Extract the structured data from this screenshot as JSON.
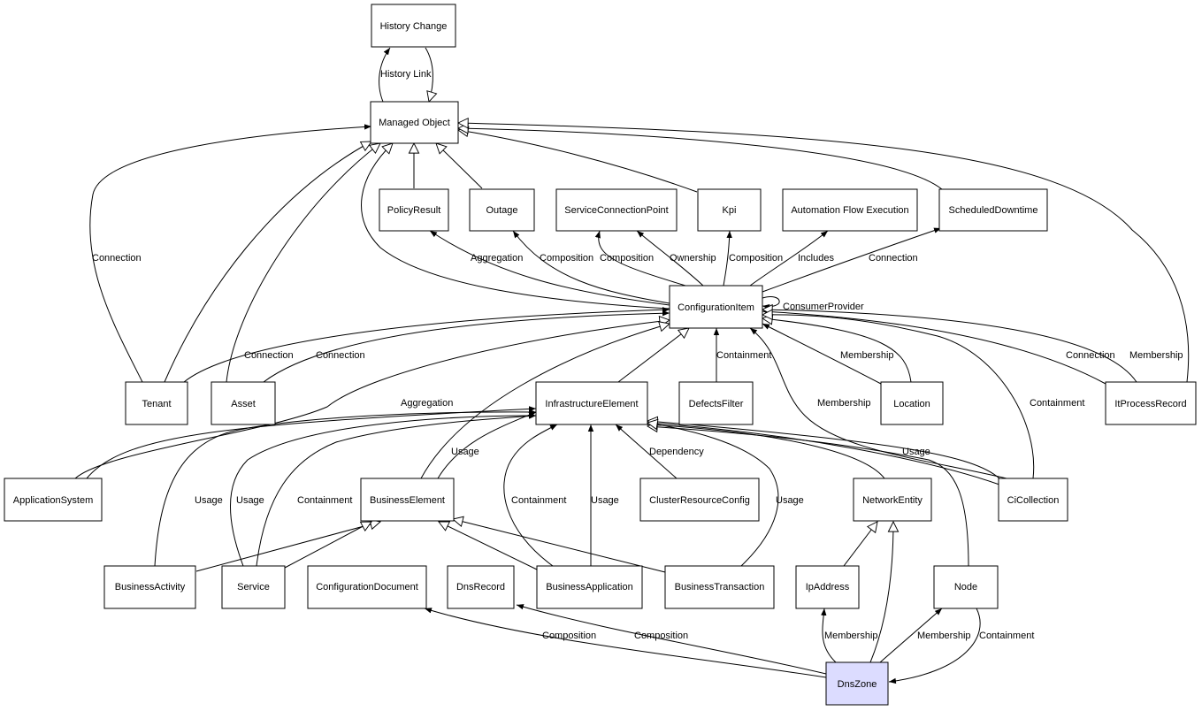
{
  "nodes": [
    {
      "id": "history_change",
      "label": "History Change"
    },
    {
      "id": "managed_object",
      "label": "Managed Object"
    },
    {
      "id": "policy_result",
      "label": "PolicyResult"
    },
    {
      "id": "outage",
      "label": "Outage"
    },
    {
      "id": "service_connection_point",
      "label": "ServiceConnectionPoint"
    },
    {
      "id": "kpi",
      "label": "Kpi"
    },
    {
      "id": "automation_flow_execution",
      "label": "Automation Flow Execution"
    },
    {
      "id": "scheduled_downtime",
      "label": "ScheduledDowntime"
    },
    {
      "id": "configuration_item",
      "label": "ConfigurationItem"
    },
    {
      "id": "tenant",
      "label": "Tenant"
    },
    {
      "id": "asset",
      "label": "Asset"
    },
    {
      "id": "infrastructure_element",
      "label": "InfrastructureElement"
    },
    {
      "id": "defects_filter",
      "label": "DefectsFilter"
    },
    {
      "id": "location",
      "label": "Location"
    },
    {
      "id": "it_process_record",
      "label": "ItProcessRecord"
    },
    {
      "id": "application_system",
      "label": "ApplicationSystem"
    },
    {
      "id": "business_element",
      "label": "BusinessElement"
    },
    {
      "id": "cluster_resource_config",
      "label": "ClusterResourceConfig"
    },
    {
      "id": "network_entity",
      "label": "NetworkEntity"
    },
    {
      "id": "ci_collection",
      "label": "CiCollection"
    },
    {
      "id": "business_activity",
      "label": "BusinessActivity"
    },
    {
      "id": "service",
      "label": "Service"
    },
    {
      "id": "configuration_document",
      "label": "ConfigurationDocument"
    },
    {
      "id": "dns_record",
      "label": "DnsRecord"
    },
    {
      "id": "business_application",
      "label": "BusinessApplication"
    },
    {
      "id": "business_transaction",
      "label": "BusinessTransaction"
    },
    {
      "id": "ip_address",
      "label": "IpAddress"
    },
    {
      "id": "node",
      "label": "Node"
    },
    {
      "id": "dns_zone",
      "label": "DnsZone",
      "highlight": true
    }
  ],
  "edge_labels": [
    {
      "id": "history_link",
      "text": "History Link"
    },
    {
      "id": "tenant_mo_connection",
      "text": "Connection"
    },
    {
      "id": "ci_policy_aggregation",
      "text": "Aggregation"
    },
    {
      "id": "ci_outage_composition",
      "text": "Composition"
    },
    {
      "id": "ci_scp_composition",
      "text": "Composition"
    },
    {
      "id": "ci_scp_ownership",
      "text": "Ownership"
    },
    {
      "id": "ci_kpi_composition",
      "text": "Composition"
    },
    {
      "id": "ci_afe_includes",
      "text": "Includes"
    },
    {
      "id": "ci_sd_connection",
      "text": "Connection"
    },
    {
      "id": "ci_consumer_provider",
      "text": "ConsumerProvider"
    },
    {
      "id": "tenant_ci_connection",
      "text": "Connection"
    },
    {
      "id": "asset_ci_connection",
      "text": "Connection"
    },
    {
      "id": "df_ci_containment",
      "text": "Containment"
    },
    {
      "id": "location_ci_membership",
      "text": "Membership"
    },
    {
      "id": "itpr_ci_connection",
      "text": "Connection"
    },
    {
      "id": "itpr_ci_membership",
      "text": "Membership"
    },
    {
      "id": "cic_ci_membership",
      "text": "Membership"
    },
    {
      "id": "cic_ci_containment",
      "text": "Containment"
    },
    {
      "id": "as_ie_aggregation",
      "text": "Aggregation"
    },
    {
      "id": "be_ie_usage",
      "text": "Usage"
    },
    {
      "id": "crc_ie_dependency",
      "text": "Dependency"
    },
    {
      "id": "cic_ie_usage",
      "text": "Usage"
    },
    {
      "id": "ba_ie_usage",
      "text": "Usage"
    },
    {
      "id": "svc_ie_usage",
      "text": "Usage"
    },
    {
      "id": "svc_ie_containment",
      "text": "Containment"
    },
    {
      "id": "bapp_ie_containment",
      "text": "Containment"
    },
    {
      "id": "bapp_ie_usage",
      "text": "Usage"
    },
    {
      "id": "bt_ie_usage",
      "text": "Usage"
    },
    {
      "id": "dz_cd_composition",
      "text": "Composition"
    },
    {
      "id": "dz_dr_composition",
      "text": "Composition"
    },
    {
      "id": "dz_ip_membership",
      "text": "Membership"
    },
    {
      "id": "dz_node_membership",
      "text": "Membership"
    },
    {
      "id": "node_dz_containment",
      "text": "Containment"
    }
  ]
}
